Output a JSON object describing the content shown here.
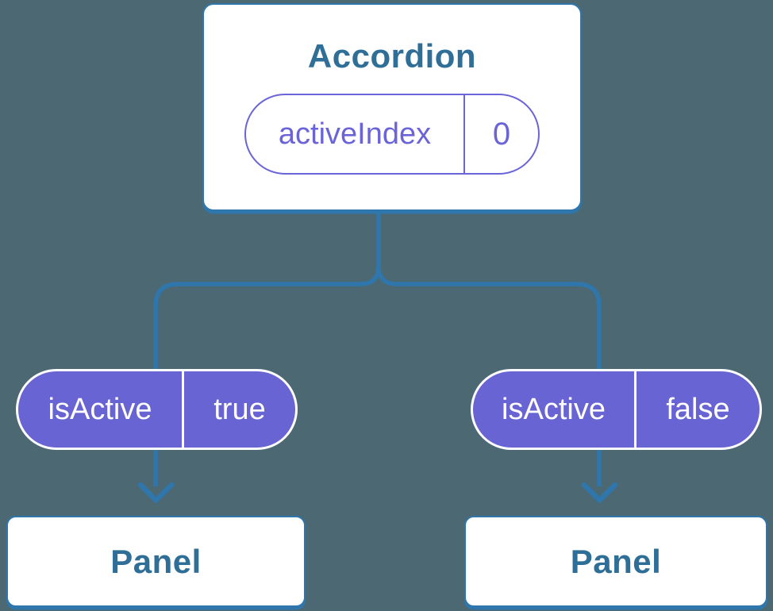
{
  "colors": {
    "bg": "#4C6973",
    "line": "#2E76AC",
    "node_title": "#2E6E97",
    "card_bg": "#FFFFFF",
    "purple_fill": "#6964D3",
    "purple_border": "#6A64D8",
    "purple_text": "#6A64D8",
    "pill_white": "#FFFFFF"
  },
  "tree": {
    "root": {
      "title": "Accordion",
      "state": {
        "name": "activeIndex",
        "value": "0"
      }
    },
    "children": [
      {
        "prop": {
          "name": "isActive",
          "value": "true"
        },
        "panel_title": "Panel"
      },
      {
        "prop": {
          "name": "isActive",
          "value": "false"
        },
        "panel_title": "Panel"
      }
    ]
  }
}
